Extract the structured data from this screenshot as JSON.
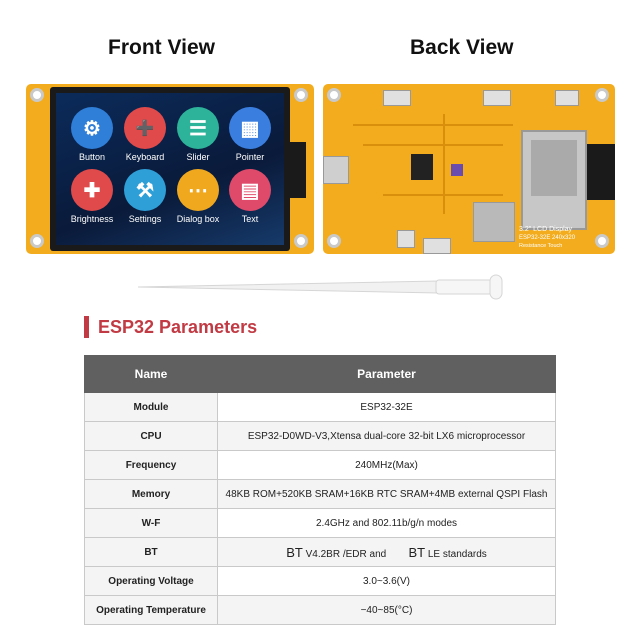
{
  "views": {
    "front_title": "Front View",
    "back_title": "Back View"
  },
  "front": {
    "apps": [
      {
        "label": "Button",
        "icon": "gear-icon",
        "color": "#2f7ed8"
      },
      {
        "label": "Keyboard",
        "icon": "keyboard-icon",
        "color": "#e04a4a"
      },
      {
        "label": "Slider",
        "icon": "database-icon",
        "color": "#2db39a"
      },
      {
        "label": "Pointer",
        "icon": "grid-icon",
        "color": "#3a7fe0"
      },
      {
        "label": "Brightness",
        "icon": "dpad-icon",
        "color": "#e04a4a"
      },
      {
        "label": "Settings",
        "icon": "wrench-icon",
        "color": "#2f9fd8"
      },
      {
        "label": "Dialog box",
        "icon": "chat-icon",
        "color": "#f0a81e"
      },
      {
        "label": "Text",
        "icon": "document-icon",
        "color": "#e04a6a"
      }
    ]
  },
  "back": {
    "silk_line1": "3.2\" LCD Display",
    "silk_line2": "ESP32-32E   240x320",
    "silk_line3": "Resistance Touch"
  },
  "section": {
    "title": "ESP32 Parameters"
  },
  "table": {
    "headers": [
      "Name",
      "Parameter"
    ],
    "rows": [
      {
        "name": "Module",
        "value": "ESP32-32E"
      },
      {
        "name": "CPU",
        "value": "ESP32-D0WD-V3,Xtensa dual-core 32-bit LX6 microprocessor"
      },
      {
        "name": "Frequency",
        "value": "240MHz(Max)"
      },
      {
        "name": "Memory",
        "value": "48KB ROM+520KB SRAM+16KB RTC SRAM+4MB external QSPI Flash"
      },
      {
        "name": "W-F",
        "value": "2.4GHz and 802.11b/g/n modes"
      },
      {
        "name": "BT",
        "bt_a": "BT",
        "bt_b": "V4.2BR /EDR and",
        "bt_c": "BT",
        "bt_d": "LE standards"
      },
      {
        "name": "Operating Voltage",
        "value": "3.0~3.6(V)"
      },
      {
        "name": "Operating Temperature",
        "value": "−40~85(°C)"
      }
    ]
  }
}
